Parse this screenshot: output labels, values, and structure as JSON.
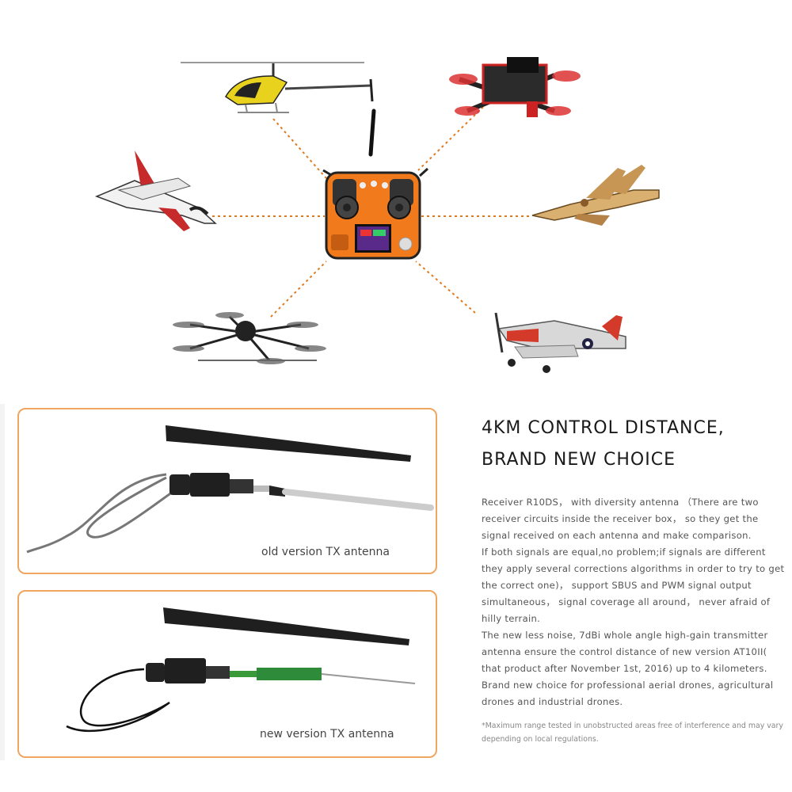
{
  "colors": {
    "accent_orange": "#f0a560",
    "connector_orange": "#e07a1f",
    "transmitter_orange": "#f07a1c",
    "antenna_black": "#1f1f1f"
  },
  "diagram": {
    "hub": "rc-transmitter",
    "spokes": [
      "helicopter",
      "racing-drone",
      "sport-jet",
      "fighter-jet",
      "hexacopter",
      "warbird-plane"
    ]
  },
  "antennas": {
    "old": {
      "caption": "old version TX antenna"
    },
    "new": {
      "caption": "new version TX antenna"
    }
  },
  "headline": {
    "line1": "4KM CONTROL DISTANCE,",
    "line2": "BRAND NEW CHOICE"
  },
  "description": {
    "para1": "Receiver R10DS， with diversity antenna （There are two receiver circuits inside the receiver box， so they get the signal received on each antenna and make comparison.",
    "para2": "If both signals are equal,no problem;if signals are different they apply several corrections algorithms in order to try to get the correct one)， support SBUS and PWM signal output simultaneous， signal coverage all around， never afraid of hilly terrain.",
    "para3": "The new less noise, 7dBi whole angle high-gain transmitter antenna ensure the control distance of new version AT10II( that product after November 1st, 2016) up to 4 kilometers.",
    "para4": "Brand new choice for professional aerial drones, agricultural drones and industrial drones."
  },
  "footnote": "*Maximum range tested in unobstructed areas free of interference and may vary depending on local regulations."
}
